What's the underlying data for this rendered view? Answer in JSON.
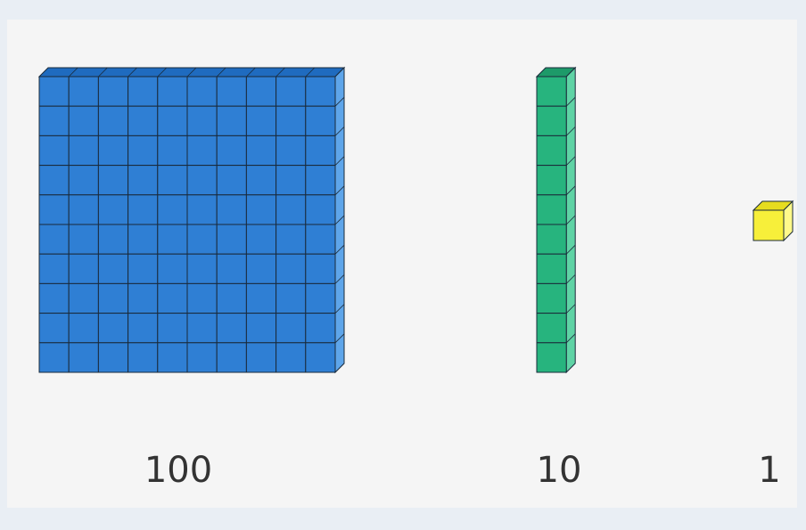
{
  "blocks": [
    {
      "kind": "hundred-flat",
      "rows": 10,
      "cols": 10,
      "color": "#2f7fd4",
      "side_color": "#5ea5ea",
      "top_color": "#1f6bbf",
      "label": "100"
    },
    {
      "kind": "ten-rod",
      "rows": 10,
      "cols": 1,
      "color": "#27b47e",
      "side_color": "#5fd3a5",
      "top_color": "#1d9a69",
      "label": "10"
    },
    {
      "kind": "unit-cube",
      "rows": 1,
      "cols": 1,
      "color": "#f7ef3a",
      "side_color": "#fff98a",
      "top_color": "#e6dc1f",
      "label": "1"
    }
  ]
}
